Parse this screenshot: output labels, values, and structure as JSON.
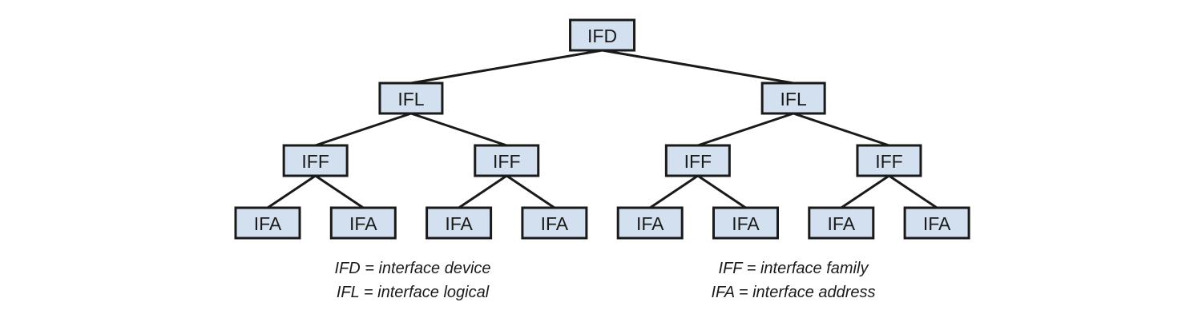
{
  "tree": {
    "root": {
      "label": "IFD",
      "children": [
        {
          "label": "IFL",
          "children": [
            {
              "label": "IFF",
              "children": [
                {
                  "label": "IFA"
                },
                {
                  "label": "IFA"
                }
              ]
            },
            {
              "label": "IFF",
              "children": [
                {
                  "label": "IFA"
                },
                {
                  "label": "IFA"
                }
              ]
            }
          ]
        },
        {
          "label": "IFL",
          "children": [
            {
              "label": "IFF",
              "children": [
                {
                  "label": "IFA"
                },
                {
                  "label": "IFA"
                }
              ]
            },
            {
              "label": "IFF",
              "children": [
                {
                  "label": "IFA"
                },
                {
                  "label": "IFA"
                }
              ]
            }
          ]
        }
      ]
    }
  },
  "legend": {
    "left": [
      "IFD = interface device",
      "IFL = interface logical"
    ],
    "right": [
      "IFF = interface family",
      "IFA = interface address"
    ]
  },
  "colors": {
    "node_fill": "#d3e0ef",
    "stroke": "#1a1a1a"
  }
}
